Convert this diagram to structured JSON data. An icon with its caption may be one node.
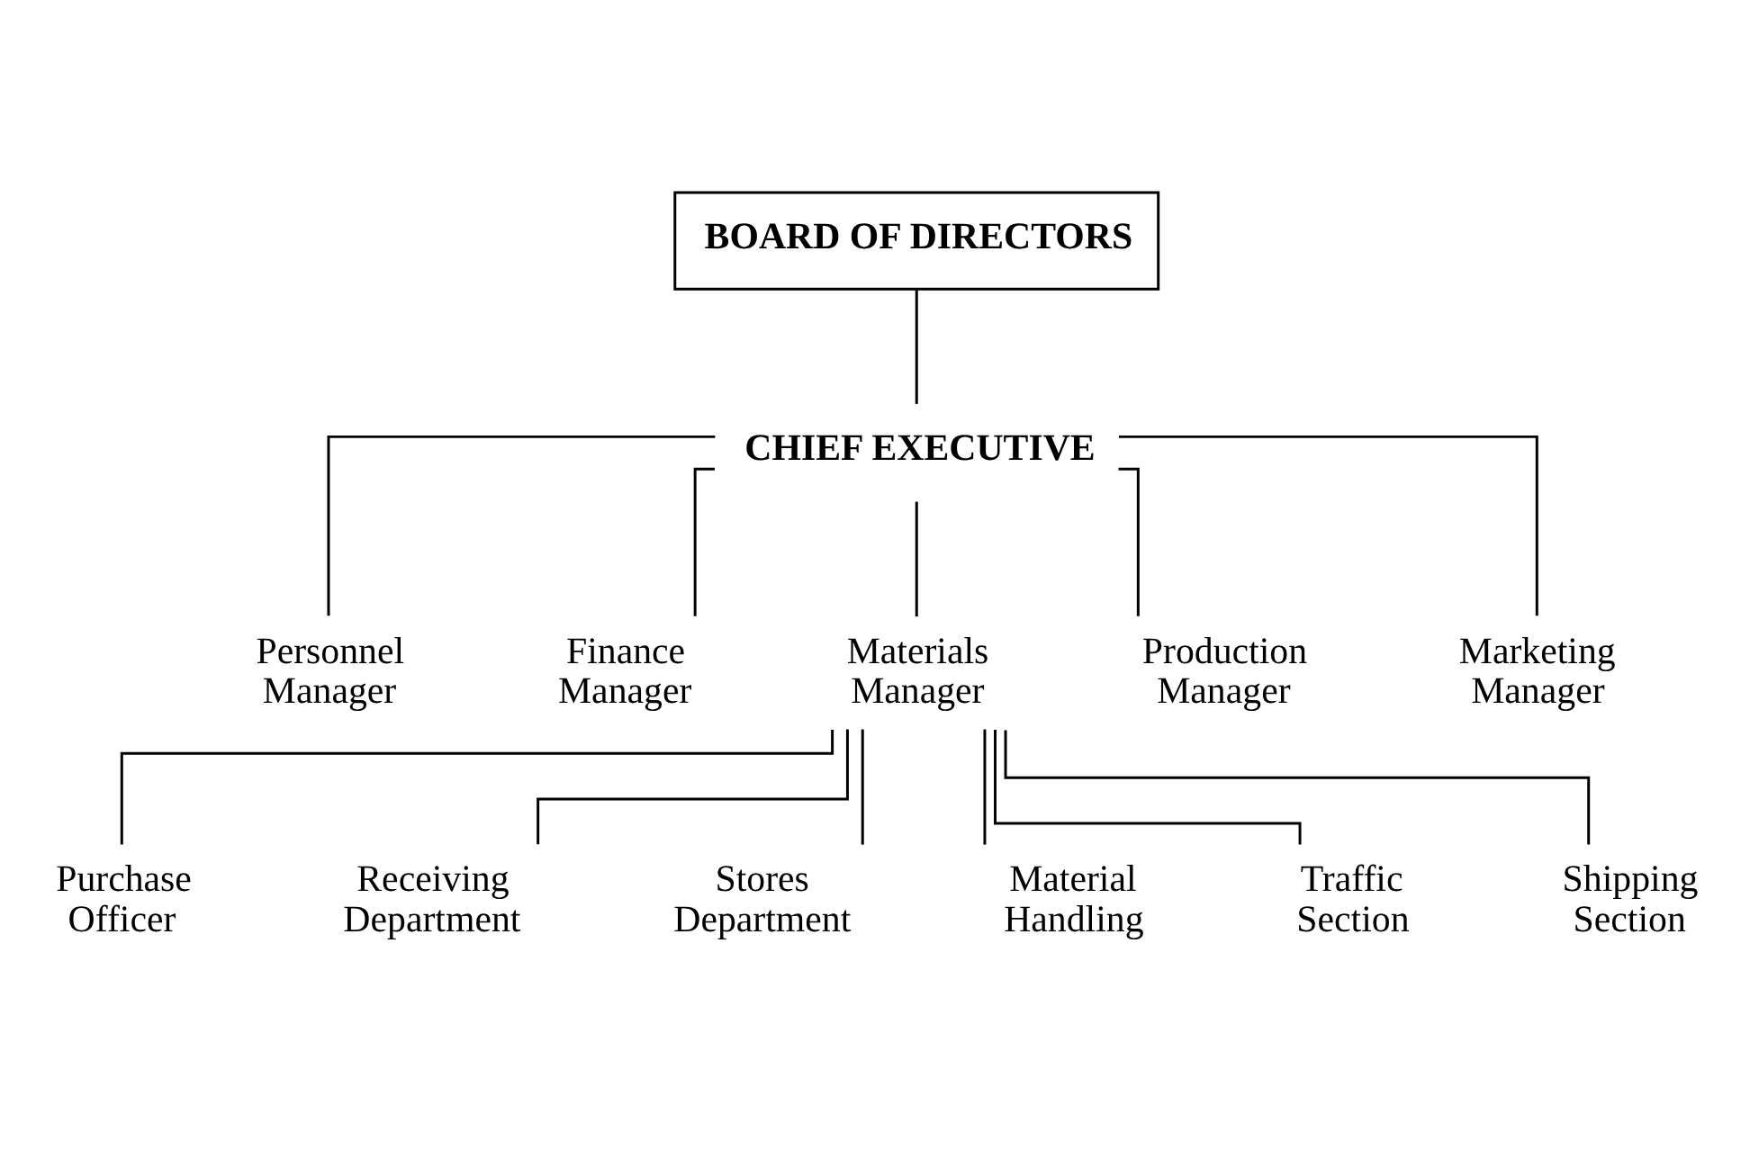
{
  "diagram": {
    "nodes": [
      {
        "text": [
          "BOARD OF DIRECTORS"
        ]
      },
      {
        "text": [
          "CHIEF EXECUTIVE"
        ]
      },
      {
        "text": [
          "Personnel Manager"
        ]
      },
      {
        "text": [
          "Finance Manager"
        ]
      },
      {
        "text": [
          "Materials Manager"
        ]
      },
      {
        "text": [
          "Production Manager"
        ]
      },
      {
        "text": [
          "Marketing Manager"
        ]
      },
      {
        "text": [
          "Purchase Officer"
        ]
      },
      {
        "text": [
          "Receiving Department"
        ]
      },
      {
        "text": [
          "Stores Department"
        ]
      },
      {
        "text": [
          "Material Handling"
        ]
      },
      {
        "text": [
          "Traffic Section"
        ]
      },
      {
        "text": [
          "Shipping Section"
        ]
      }
    ],
    "edges": [
      {
        "from": 0,
        "to": 1,
        "arrow": "none"
      },
      {
        "from": 1,
        "to": 2,
        "arrow": "none"
      },
      {
        "from": 1,
        "to": 3,
        "arrow": "none"
      },
      {
        "from": 1,
        "to": 4,
        "arrow": "none"
      },
      {
        "from": 1,
        "to": 5,
        "arrow": "none"
      },
      {
        "from": 1,
        "to": 6,
        "arrow": "none"
      },
      {
        "from": 4,
        "to": 7,
        "arrow": "none"
      },
      {
        "from": 4,
        "to": 8,
        "arrow": "none"
      },
      {
        "from": 4,
        "to": 9,
        "arrow": "none"
      },
      {
        "from": 4,
        "to": 10,
        "arrow": "none"
      },
      {
        "from": 4,
        "to": 11,
        "arrow": "none"
      },
      {
        "from": 4,
        "to": 12,
        "arrow": "none"
      }
    ]
  }
}
